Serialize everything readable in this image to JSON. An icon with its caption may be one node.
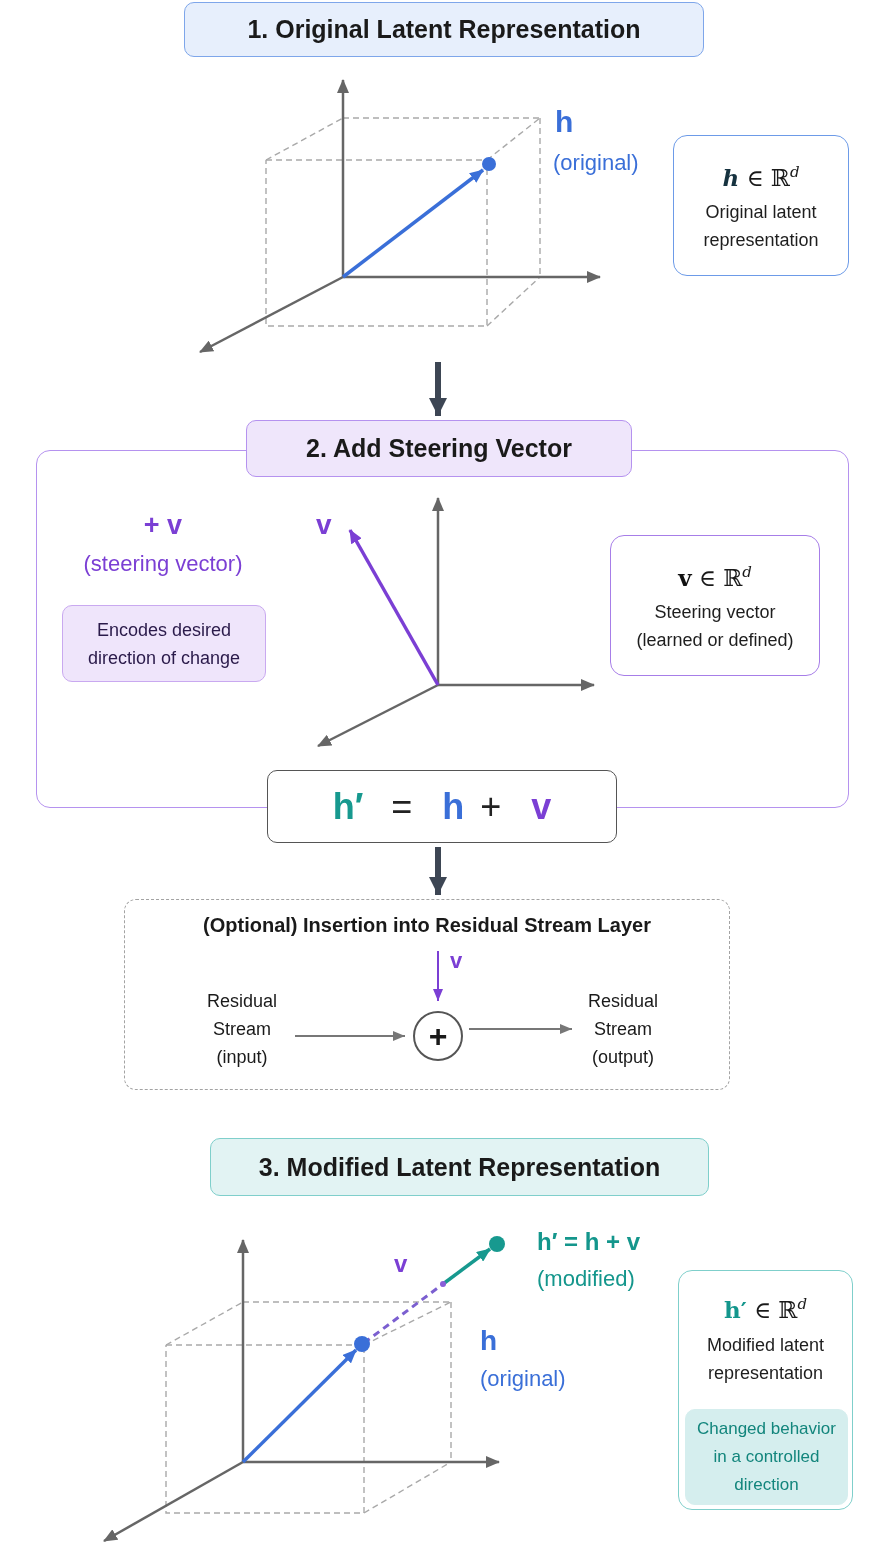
{
  "diagram": {
    "nodes": [
      {
        "text": [
          "1. Original Latent Representation"
        ]
      },
      {
        "text": [],
        "shape": "picture"
      },
      {
        "text": [
          "**h** ∈ ℝ$^{d}$",
          "Original latent representation"
        ]
      },
      {
        "text": [
          "2. Add Steering Vector"
        ]
      },
      {
        "text": [
          "Encodes desired direction of change"
        ],
        "in": 3
      },
      {
        "text": [],
        "shape": "picture",
        "in": 3
      },
      {
        "text": [
          "**v** ∈ ℝ$^{d}$",
          "Steering vector (learned or defined)"
        ],
        "in": 3
      },
      {
        "text": [
          "h′",
          "=",
          "h",
          "+",
          "v"
        ]
      },
      {
        "text": [
          "(Optional) Insertion into Residual Stream Layer"
        ]
      },
      {
        "text": [
          "Residual Stream (input)"
        ],
        "in": 8
      },
      {
        "text": [
          "+"
        ],
        "in": 8
      },
      {
        "text": [
          "Residual Stream (output)"
        ],
        "in": 8
      },
      {
        "text": [
          "3. Modified Latent Representation"
        ]
      },
      {
        "text": [],
        "shape": "picture"
      },
      {
        "text": [
          "**h′** ∈ ℝ$^{d}$",
          "Modified latent representation"
        ]
      },
      {
        "text": [
          "Changed behavior in a controlled direction"
        ],
        "in": 14
      }
    ],
    "edges": [
      {
        "from": 1,
        "to": 3,
        "arrow": "to",
        "style": "thick",
        "color": "#3d4654"
      },
      {
        "from": 7,
        "to": 8,
        "arrow": "to",
        "style": "thick",
        "color": "#3d4654"
      },
      {
        "from": 9,
        "to": 10,
        "arrow": "to"
      },
      {
        "from": 10,
        "to": 11,
        "arrow": "to"
      },
      {
        "from": null,
        "to": 10,
        "arrow": "to",
        "label": "v",
        "color": "#7b3fd4"
      }
    ],
    "labels": [
      "h",
      "(original)",
      "+ v",
      "(steering vector)",
      "v",
      "h′ = h + v",
      "v",
      "(modified)",
      "h",
      "(original)"
    ]
  }
}
